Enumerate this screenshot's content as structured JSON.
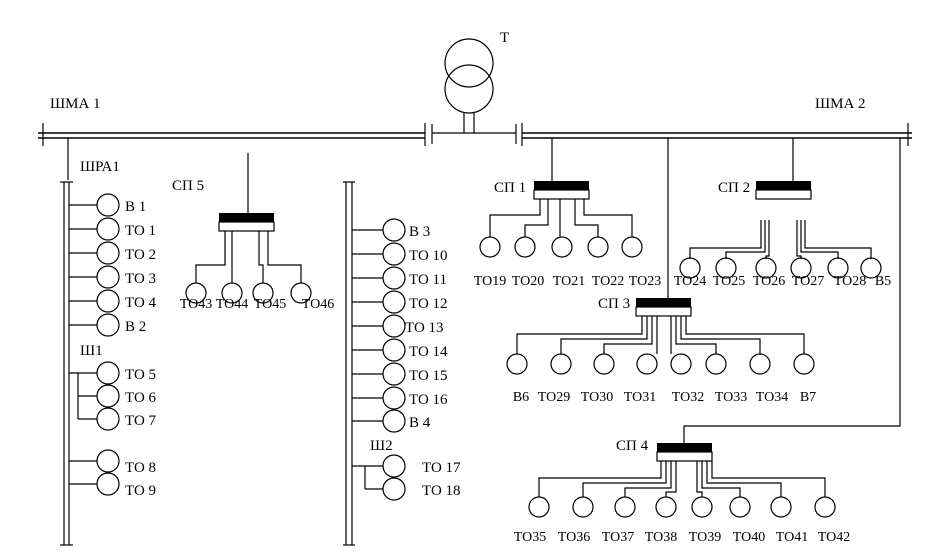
{
  "transformer_label": "Т",
  "busbars": {
    "left": "ШМА 1",
    "right": "ШМА 2"
  },
  "shra1": {
    "label": "ШРА1",
    "items": [
      "В 1",
      "ТО 1",
      "ТО 2",
      "ТО 3",
      "ТО 4",
      "В 2"
    ],
    "sub_label": "Ш1",
    "sub_items": [
      "ТО 5",
      "ТО 6",
      "ТО 7"
    ],
    "lower_items": [
      "ТО 8",
      "ТО 9"
    ]
  },
  "middle": {
    "items": [
      "В 3",
      "ТО 10",
      "ТО 11",
      "ТО 12",
      "ТО 13",
      "ТО 14",
      "ТО 15",
      "ТО 16",
      "В 4"
    ],
    "sub_label": "Ш2",
    "sub_items": [
      "ТО 17",
      "ТО 18"
    ]
  },
  "sp5": {
    "label": "СП 5",
    "loads": [
      "ТО43",
      "ТО44",
      "ТО45",
      "ТО46"
    ]
  },
  "sp1": {
    "label": "СП 1",
    "loads": [
      "ТО19",
      "ТО20",
      "ТО21",
      "ТО22",
      "ТО23"
    ]
  },
  "sp2": {
    "label": "СП 2",
    "loads": [
      "ТО24",
      "ТО25",
      "ТО26",
      "ТО27",
      "ТО28",
      "В5"
    ]
  },
  "sp3": {
    "label": "СП 3",
    "loads": [
      "В6",
      "ТО29",
      "ТО30",
      "ТО31",
      "ТО32",
      "ТО33",
      "ТО34",
      "В7"
    ]
  },
  "sp4": {
    "label": "СП 4",
    "loads": [
      "ТО35",
      "ТО36",
      "ТО37",
      "ТО38",
      "ТО39",
      "ТО40",
      "ТО41",
      "ТО42"
    ]
  }
}
